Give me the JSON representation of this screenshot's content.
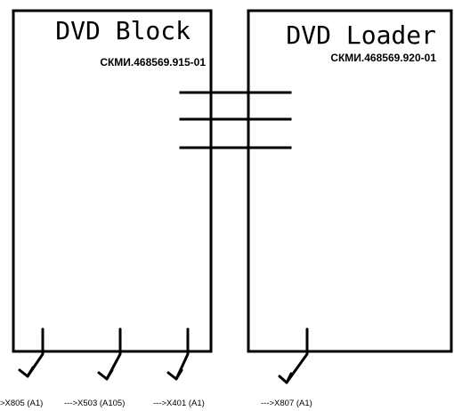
{
  "blocks": [
    {
      "title": "DVD Block",
      "code": "СКМИ.468569.915-01"
    },
    {
      "title": "DVD Loader",
      "code": "СКМИ.468569.920-01"
    }
  ],
  "connectors": [
    {
      "label": ">X805 (A1)"
    },
    {
      "label": "--->X503 (A105)"
    },
    {
      "label": "--->X401 (A1)"
    },
    {
      "label": "--->X807 (A1)"
    }
  ],
  "colors": {
    "line": "#000000",
    "background": "#ffffff"
  }
}
